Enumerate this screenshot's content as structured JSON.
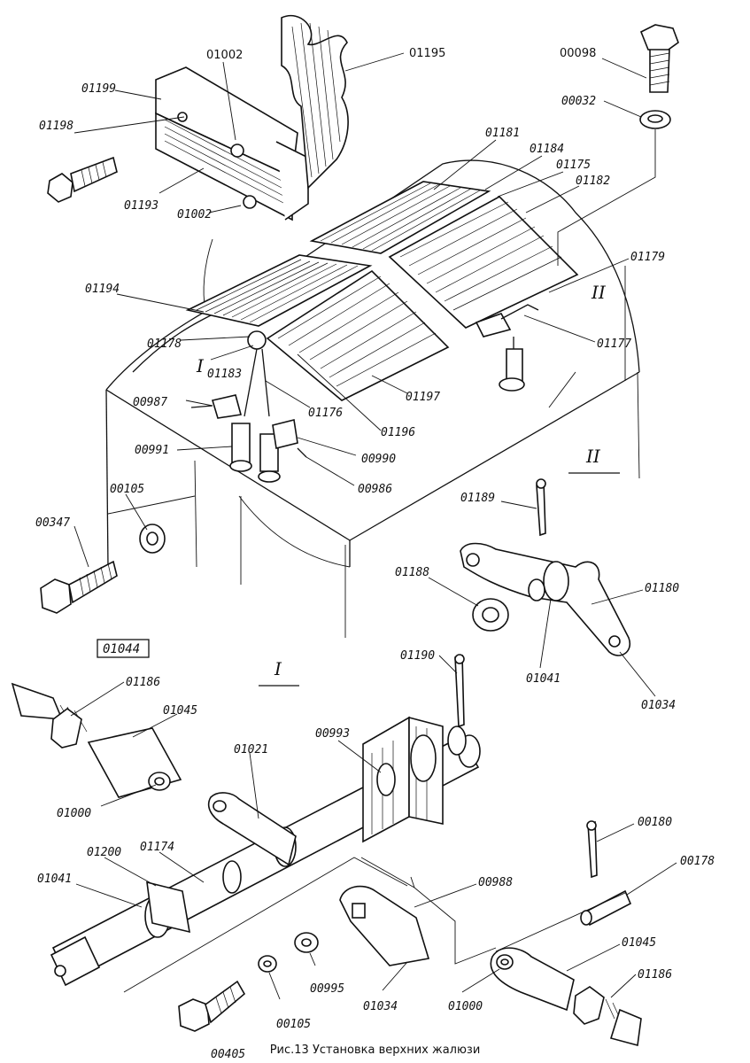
{
  "caption": "Рис.13 Установка верхних жалюзи",
  "detail_markers": {
    "detail_one": "I",
    "detail_two": "II",
    "ref_box": "01044"
  },
  "labels": {
    "l01002a": "01002",
    "l01195": "01195",
    "l00098": "00098",
    "l00032": "00032",
    "l01199": "01199",
    "l01198": "01198",
    "l01193": "01193",
    "l01002b": "01002",
    "l01181": "01181",
    "l01184": "01184",
    "l01175": "01175",
    "l01182": "01182",
    "l01179": "01179",
    "l01194": "01194",
    "l01178": "01178",
    "l01183": "01183",
    "l01177": "01177",
    "l00987": "00987",
    "l01176": "01176",
    "l01197": "01197",
    "l01196": "01196",
    "l00991": "00991",
    "l00990": "00990",
    "l00986": "00986",
    "l00105a": "00105",
    "l00347": "00347",
    "l01189": "01189",
    "l01188": "01188",
    "l01180": "01180",
    "l01041a": "01041",
    "l01034a": "01034",
    "l01190": "01190",
    "l01186a": "01186",
    "l01045a": "01045",
    "l01021": "01021",
    "l00993": "00993",
    "l01000a": "01000",
    "l01200": "01200",
    "l01174": "01174",
    "l01041b": "01041",
    "l00988": "00988",
    "l00180": "00180",
    "l00178": "00178",
    "l01045b": "01045",
    "l01186b": "01186",
    "l00995": "00995",
    "l00105b": "00105",
    "l01034b": "01034",
    "l01000b": "01000",
    "l00405": "00405"
  }
}
